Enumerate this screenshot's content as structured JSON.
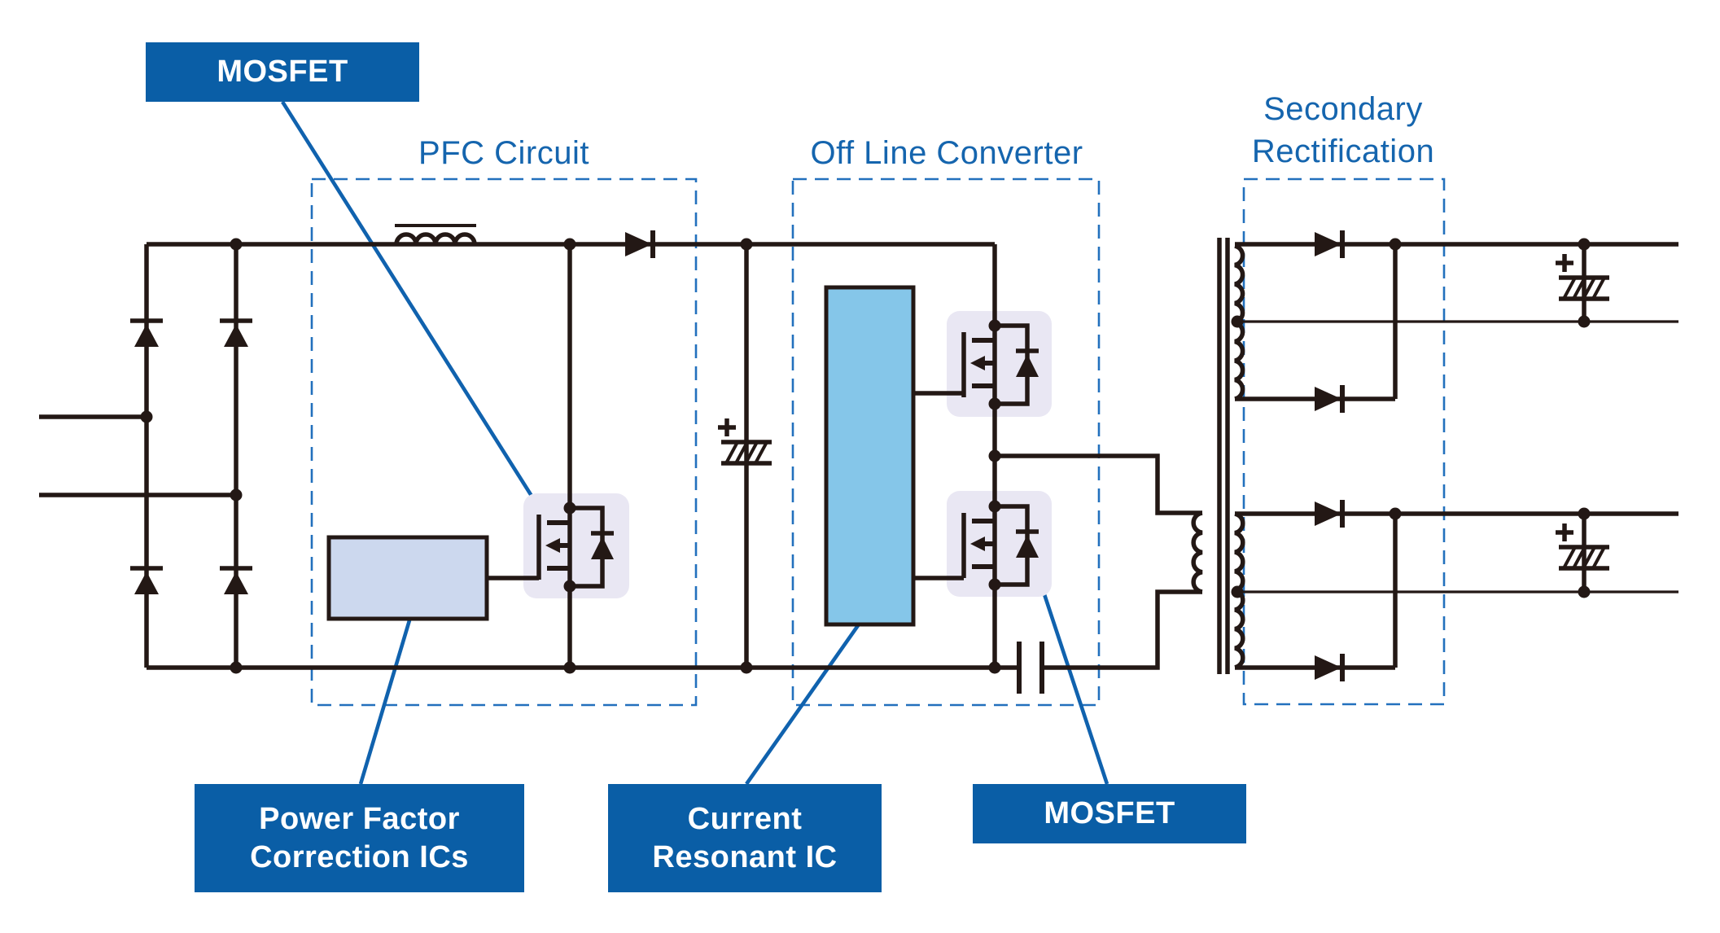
{
  "colors": {
    "accent": "#0a5ea6",
    "title": "#1565ae",
    "line": "#231815",
    "dash": "#2270bd",
    "leader": "#1062ae",
    "ic_fill": "#85c6e9",
    "pfc_ic_fill": "#ccd8ee",
    "mosfet_bg": "#e9e7f3"
  },
  "section_titles": {
    "pfc": "PFC Circuit",
    "offline": "Off Line Converter",
    "secondary": {
      "lines": [
        "Secondary",
        "Rectification"
      ]
    }
  },
  "callouts": {
    "mosfet_top": "MOSFET",
    "pfc_ics": {
      "lines": [
        "Power Factor",
        "Correction ICs"
      ]
    },
    "current_resonant": {
      "lines": [
        "Current",
        "Resonant IC"
      ]
    },
    "mosfet_bottom": "MOSFET"
  },
  "components": {
    "bridge_rectifier": "diode-bridge-icon",
    "boost_inductor": "inductor-icon",
    "boost_diode": "diode-icon",
    "pfc_mosfet": "mosfet-with-body-diode-icon",
    "pfc_controller": "ic-block-icon",
    "bulk_capacitor": "polarized-capacitor-icon",
    "current_resonant_ic": "ic-block-icon",
    "high_side_mosfet": "mosfet-with-body-diode-icon",
    "low_side_mosfet": "mosfet-with-body-diode-icon",
    "resonant_capacitor": "capacitor-icon",
    "transformer": "transformer-icon",
    "secondary_diodes": "diode-icon",
    "output_capacitors": "polarized-capacitor-icon"
  }
}
